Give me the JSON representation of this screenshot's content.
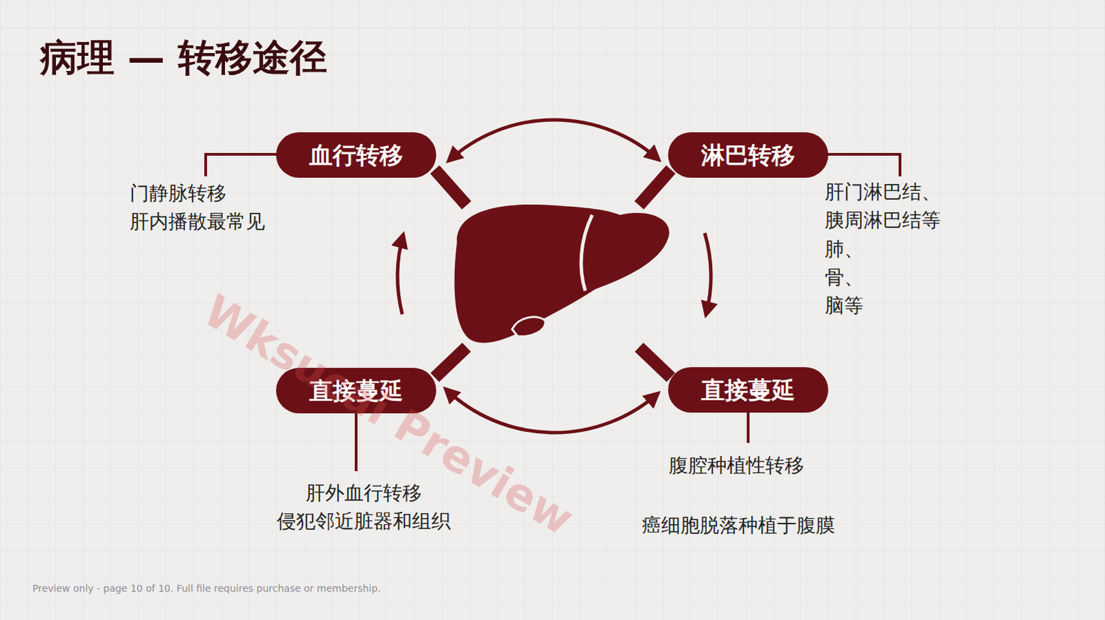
{
  "diagram": {
    "title": "病理 — 转移途径",
    "nodes": [
      {
        "text": [
          "血行转移"
        ]
      },
      {
        "text": [
          "淋巴转移"
        ]
      },
      {
        "text": [
          "直接蔓延"
        ]
      },
      {
        "text": [
          "直接蔓延"
        ]
      }
    ],
    "edges": [
      {
        "from": 0,
        "to": 1,
        "arrow": "both"
      },
      {
        "from": 1,
        "to": 3,
        "arrow": "to"
      },
      {
        "from": 3,
        "to": 2,
        "arrow": "both"
      },
      {
        "from": 2,
        "to": 0,
        "arrow": "to"
      }
    ],
    "labels": [
      "门静脉转移 肝内播散最常见",
      "肝门淋巴结、 胰周淋巴结等",
      "肺、骨、脑等",
      "肝外血行转移 侵犯邻近脏器和组织",
      "腹腔种植性转移",
      "癌细胞脱落种植于腹膜",
      "Wksucai Preview",
      "Preview only - page 10 of 10. Full file requires purchase or membership."
    ]
  }
}
